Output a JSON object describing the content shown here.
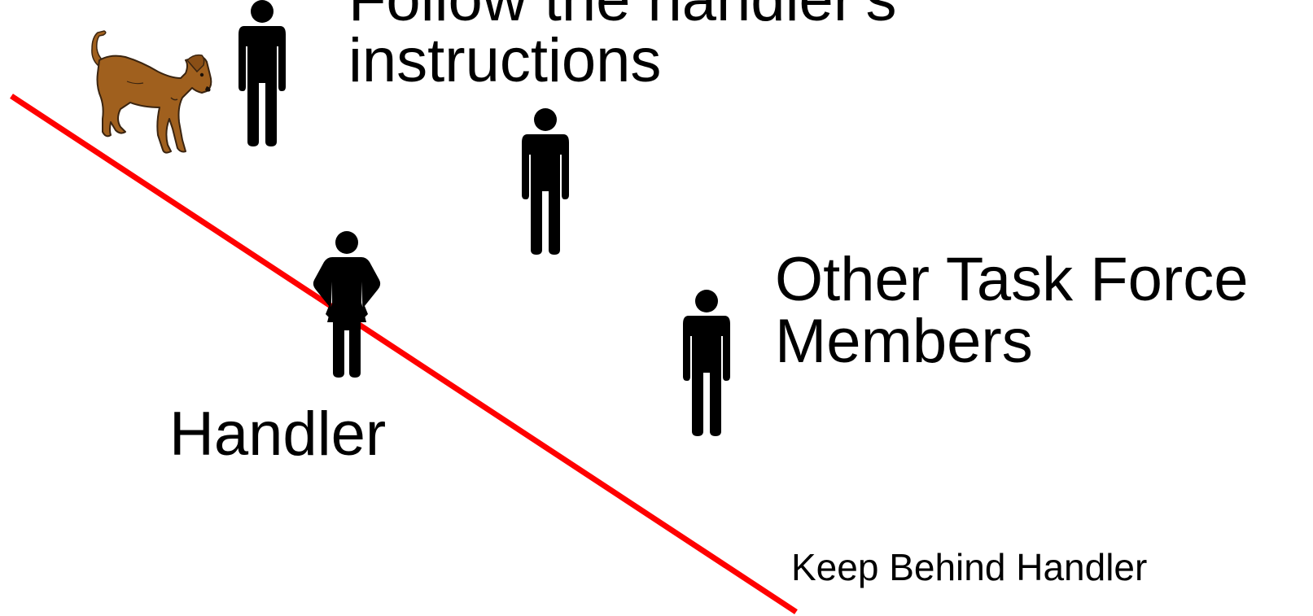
{
  "title": {
    "line1": "Follow the handler's",
    "line2": "instructions"
  },
  "handler_label": "Handler",
  "other_members": {
    "line1": "Other Task Force",
    "line2": "Members"
  },
  "keep_behind_label": "Keep Behind Handler",
  "icons": {
    "dog": "dog-icon",
    "person": "person-icon",
    "handler": "handler-person-icon"
  },
  "colors": {
    "boundary_line": "#ff0000",
    "figure": "#000000",
    "dog_fur": "#a0601e",
    "dog_outline": "#3a2410",
    "background": "#ffffff"
  }
}
